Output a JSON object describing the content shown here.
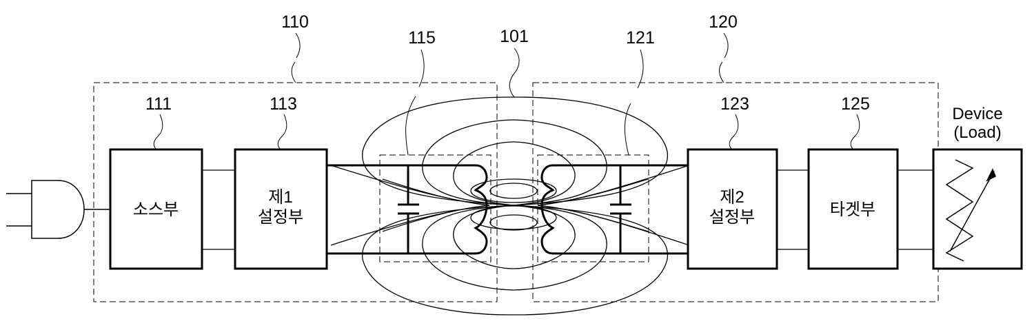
{
  "figure": {
    "type": "block-diagram",
    "subject": "wireless power transfer system with magnetic resonance coupling",
    "line_color": "#000000",
    "background": "#ffffff"
  },
  "groups": {
    "transmitter": {
      "ref": "110"
    },
    "receiver": {
      "ref": "120"
    },
    "tx_resonator": {
      "ref": "115"
    },
    "rx_resonator": {
      "ref": "121"
    },
    "magnetic_field": {
      "ref": "101"
    }
  },
  "blocks": {
    "source": {
      "ref": "111",
      "label": "소스부"
    },
    "first_setting": {
      "ref": "113",
      "label_line1": "제1",
      "label_line2": "설정부"
    },
    "second_setting": {
      "ref": "123",
      "label_line1": "제2",
      "label_line2": "설정부"
    },
    "target": {
      "ref": "125",
      "label": "타겟부"
    },
    "device": {
      "label_line1": "Device",
      "label_line2": "(Load)"
    }
  },
  "icons": {
    "power_plug": "plug-icon",
    "capacitor": "capacitor-icon",
    "coil": "coil-icon",
    "variable_resistor": "variable-resistor-icon"
  }
}
